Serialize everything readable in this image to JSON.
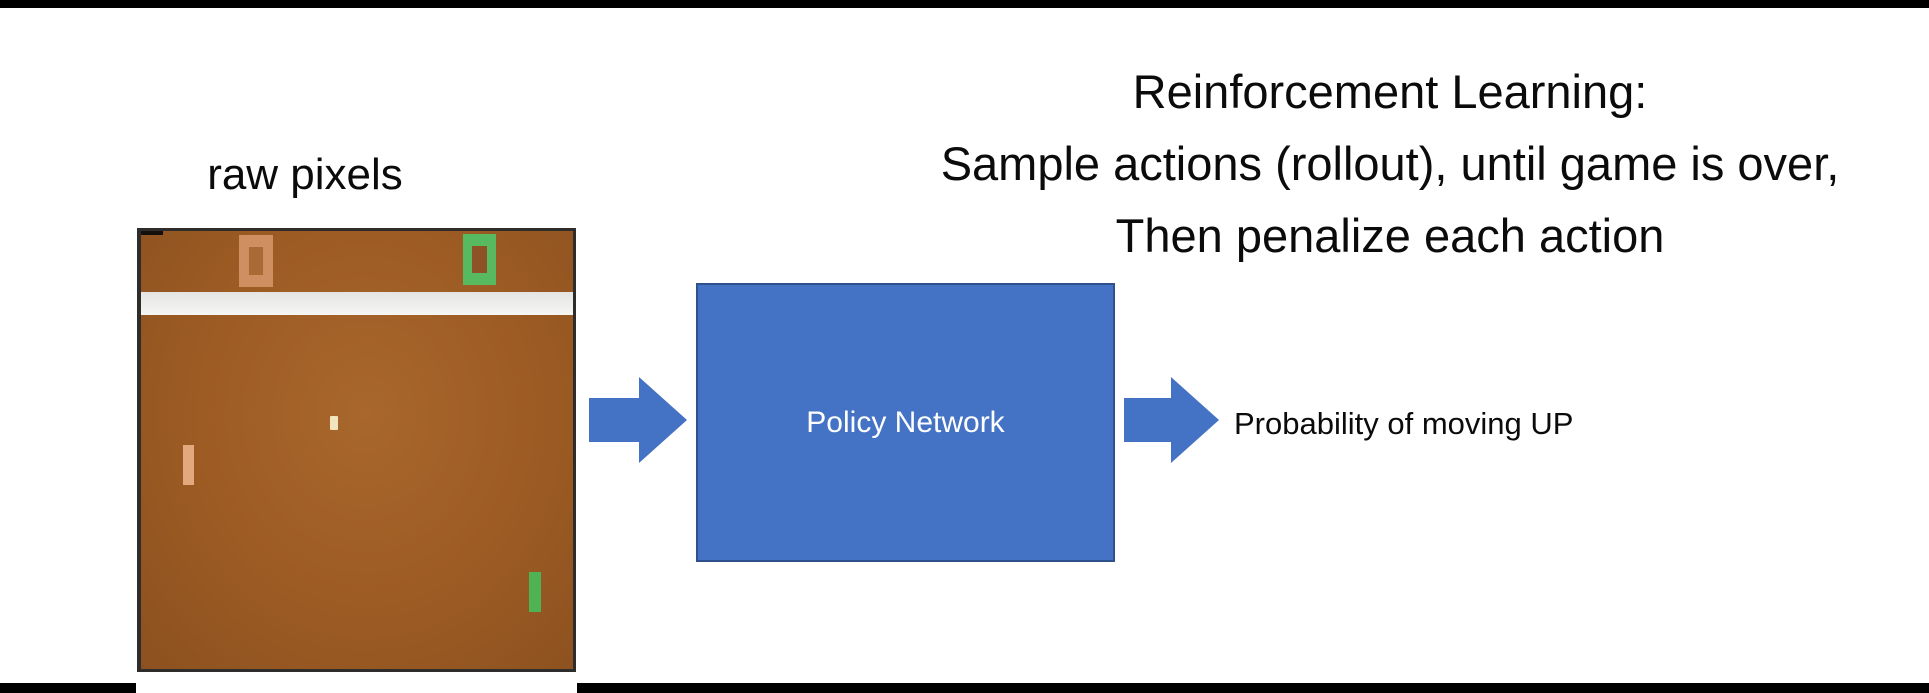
{
  "slide": {
    "background_color": "#ffffff",
    "top_bar_color": "#000000",
    "bottom_bar_color": "#000000"
  },
  "title": {
    "line1": "Reinforcement Learning:",
    "line2": "Sample actions (rollout), until game is over,",
    "line3": "Then penalize each action"
  },
  "pipeline": {
    "input_label": "raw pixels",
    "box_label": "Policy Network",
    "output_label": "Probability of moving UP",
    "accent_color": "#4472c4",
    "box_border_color": "#2f528f",
    "box_text_color": "#ffffff"
  },
  "game_screen": {
    "left_score": "0",
    "right_score": "0",
    "field_color": "#9c5b23",
    "border_color": "#2e2d2c",
    "stripe_color": "#ececea",
    "left_score_color": "#d08f60",
    "right_score_color": "#58ba60",
    "left_paddle_color": "#e2a97e",
    "right_paddle_color": "#4fb353",
    "ball_color": "#f2e4be"
  }
}
